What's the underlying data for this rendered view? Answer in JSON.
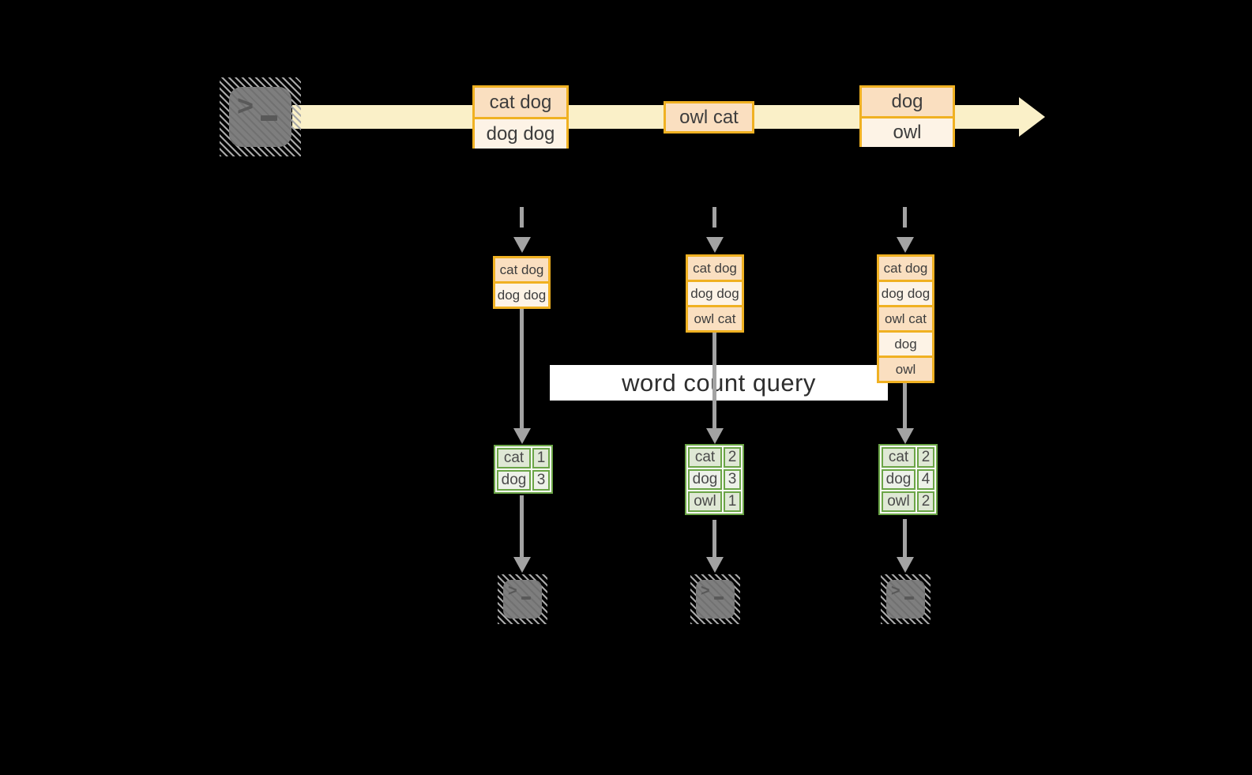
{
  "background": "#000000",
  "stream": {
    "events": [
      {
        "lines": [
          "cat dog",
          "dog dog"
        ]
      },
      {
        "lines": [
          "owl cat"
        ]
      },
      {
        "lines": [
          "dog",
          "owl"
        ]
      }
    ]
  },
  "query": {
    "label": "word count query"
  },
  "columns": [
    {
      "buffer": [
        "cat dog",
        "dog dog"
      ],
      "counts": [
        {
          "word": "cat",
          "count": "1"
        },
        {
          "word": "dog",
          "count": "3"
        }
      ]
    },
    {
      "buffer": [
        "cat dog",
        "dog dog",
        "owl cat"
      ],
      "counts": [
        {
          "word": "cat",
          "count": "2"
        },
        {
          "word": "dog",
          "count": "3"
        },
        {
          "word": "owl",
          "count": "1"
        }
      ]
    },
    {
      "buffer": [
        "cat dog",
        "dog dog",
        "owl cat",
        "dog",
        "owl"
      ],
      "counts": [
        {
          "word": "cat",
          "count": "2"
        },
        {
          "word": "dog",
          "count": "4"
        },
        {
          "word": "owl",
          "count": "2"
        }
      ]
    }
  ],
  "icons": {
    "source": "terminal-icon",
    "sink": "terminal-icon",
    "terminal_prompt": ">"
  },
  "colors": {
    "stream_fill": "#FAF0C8",
    "box_border": "#F0B122",
    "row_peach": "#FADFC0",
    "row_cream": "#FDF3E6",
    "table_border": "#6BA547",
    "cell_dark": "#DFE8D5",
    "cell_light": "#EDF1E9",
    "arrow_gray": "#A3A3A3",
    "terminal_gray": "#7E7E7E",
    "label_bg": "#FFFFFF",
    "text": "#3D3D3D"
  }
}
